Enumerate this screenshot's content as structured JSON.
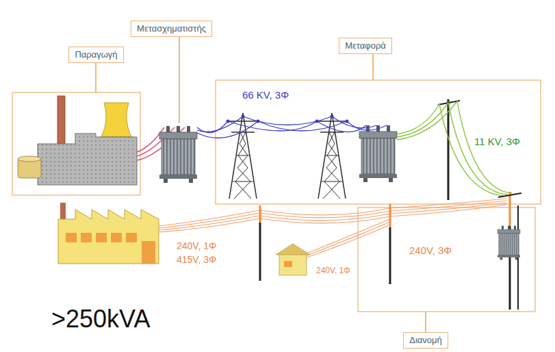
{
  "diagram": {
    "nodes": [
      {
        "text": [
          "Παραγωγή"
        ]
      },
      {
        "text": [
          "Μετασχηματιστής"
        ]
      },
      {
        "text": [
          "Μεταφορά"
        ]
      },
      {
        "text": [
          "Διανομή"
        ]
      }
    ],
    "labels": [
      "66 KV, 3Φ",
      "11 KV, 3Φ",
      "240V, 1Φ",
      "415V, 3Φ",
      "240V, 1Φ",
      "240V, 3Φ",
      ">250kVA"
    ]
  }
}
